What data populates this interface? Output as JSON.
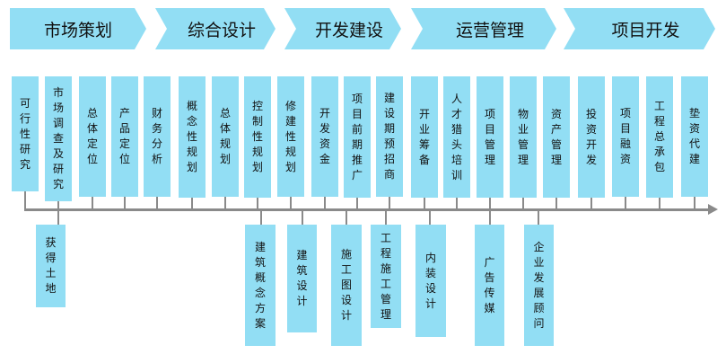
{
  "stages": [
    "市场策划",
    "综合设计",
    "开发建设",
    "运营管理",
    "项目开发"
  ],
  "top_items": [
    "可行性研究",
    "市场调查及研究",
    "总体定位",
    "产品定位",
    "财务分析",
    "概念性规划",
    "总体规划",
    "控制性规划",
    "修建性规划",
    "开发资金",
    "项目前期推广",
    "建设期预招商",
    "开业筹备",
    "人才猎头培训",
    "项目管理",
    "物业管理",
    "资产管理",
    "投资开发",
    "项目融资",
    "工程总承包",
    "垫资代建"
  ],
  "bottom_items": [
    "获得土地",
    "建筑概念方案",
    "建筑设计",
    "施工图设计",
    "工程施工管理",
    "内装设计",
    "广告传媒",
    "企业发展顾问"
  ],
  "colors": {
    "box": "#92DEF4",
    "axis": "#8a8a8a",
    "text": "#111111"
  }
}
